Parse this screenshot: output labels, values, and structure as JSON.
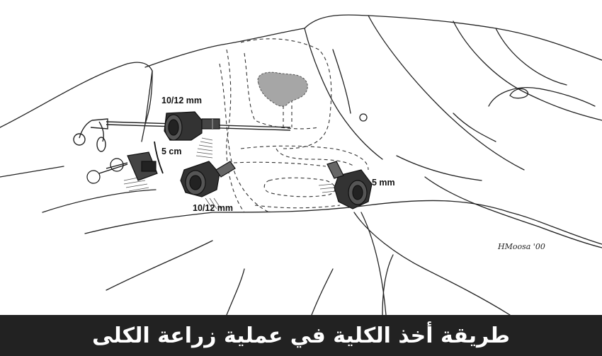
{
  "labels": {
    "port_top": "10/12 mm",
    "port_bottom": "10/12 mm",
    "port_right": "5 mm",
    "incision": "5 cm"
  },
  "artist_signature": "HMoosa '00",
  "caption": {
    "text": "طريقة أخذ الكلية في عملية زراعة الكلى"
  },
  "colors": {
    "caption_background": "#222222",
    "caption_text": "#ffffff",
    "kidney_fill": "#a6a6a6",
    "port_fill": "#333333"
  }
}
